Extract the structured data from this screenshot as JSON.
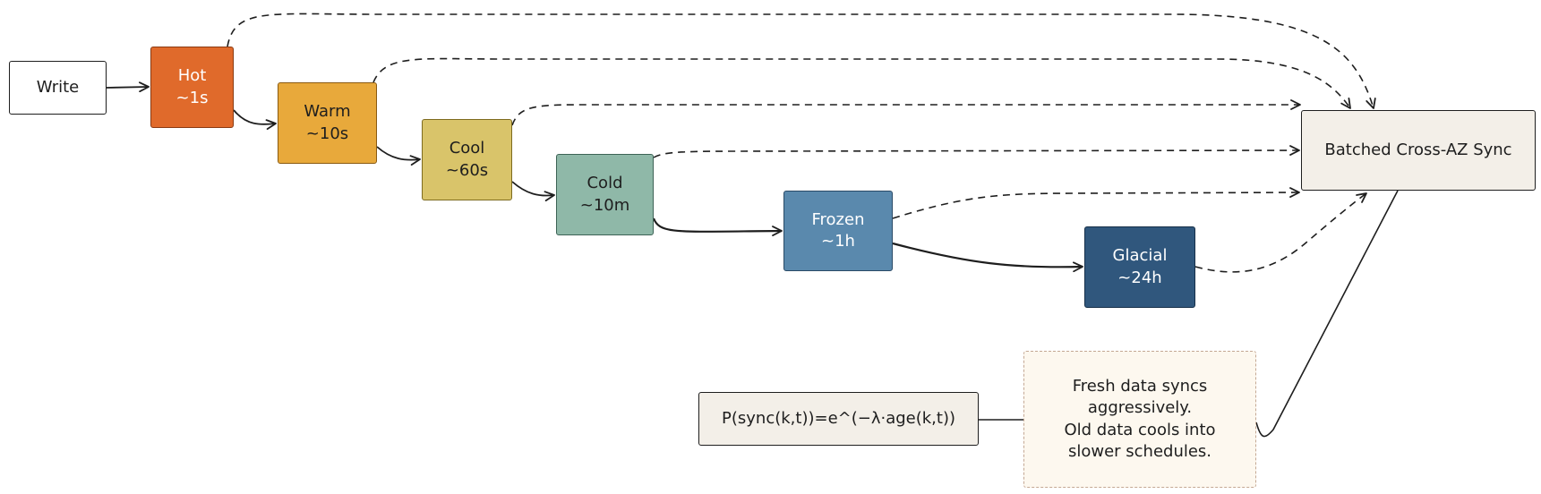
{
  "diagram": {
    "nodes": {
      "write": {
        "label": "Write"
      },
      "hot": {
        "label": "Hot\n~1s"
      },
      "warm": {
        "label": "Warm\n~10s"
      },
      "cool": {
        "label": "Cool\n~60s"
      },
      "cold": {
        "label": "Cold\n~10m"
      },
      "frozen": {
        "label": "Frozen\n~1h"
      },
      "glacial": {
        "label": "Glacial\n~24h"
      },
      "sync": {
        "label": "Batched Cross-AZ Sync"
      },
      "formula": {
        "label": "P(sync(k,t))=e^(−λ·age(k,t))"
      },
      "note": {
        "label": "Fresh data syncs\naggressively.\nOld data cools into\nslower schedules."
      }
    },
    "colors": {
      "stroke": "#1e1e1e",
      "hot": "#e06a2b",
      "warm": "#e8a93b",
      "cool": "#d9c46a",
      "cold": "#8fb8a8",
      "frozen": "#5a89ad",
      "glacial": "#30577d",
      "panel": "#f3efe8",
      "note": "#fdf8ef",
      "note_border": "#c4a894"
    },
    "edges": [
      {
        "from": "write",
        "to": "hot",
        "style": "solid"
      },
      {
        "from": "hot",
        "to": "warm",
        "style": "solid"
      },
      {
        "from": "warm",
        "to": "cool",
        "style": "solid"
      },
      {
        "from": "cool",
        "to": "cold",
        "style": "solid"
      },
      {
        "from": "cold",
        "to": "frozen",
        "style": "solid"
      },
      {
        "from": "frozen",
        "to": "glacial",
        "style": "solid"
      },
      {
        "from": "hot",
        "to": "sync",
        "style": "dashed"
      },
      {
        "from": "warm",
        "to": "sync",
        "style": "dashed"
      },
      {
        "from": "cool",
        "to": "sync",
        "style": "dashed"
      },
      {
        "from": "cold",
        "to": "sync",
        "style": "dashed"
      },
      {
        "from": "frozen",
        "to": "sync",
        "style": "dashed"
      },
      {
        "from": "glacial",
        "to": "sync",
        "style": "dashed"
      },
      {
        "from": "formula",
        "to": "note",
        "style": "line"
      },
      {
        "from": "note",
        "to": "sync",
        "style": "line"
      }
    ]
  }
}
